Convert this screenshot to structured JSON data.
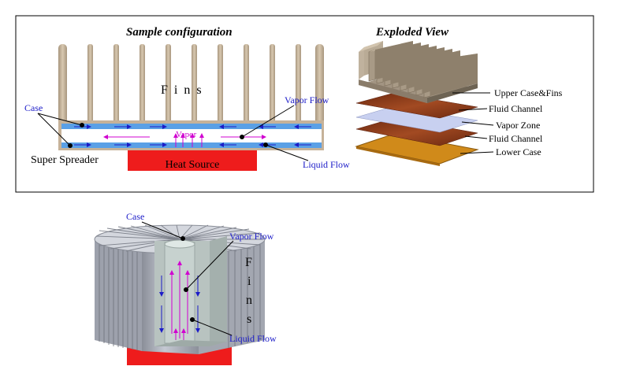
{
  "top_panel": {
    "left_title": "Sample configuration",
    "right_title": "Exploded View",
    "fins_label": "F i n s",
    "case_label": "Case",
    "super_spreader_label": "Super Spreader",
    "heat_source_label": "Heat Source",
    "vapor_label": "Vapor",
    "vapor_flow_label": "Vapor Flow",
    "liquid_flow_label": "Liquid Flow",
    "exploded_labels": [
      "Upper Case&Fins",
      "Fluid Channel",
      "Vapor Zone",
      "Fluid Channel",
      "Lower Case"
    ]
  },
  "bottom_panel": {
    "case_label": "Case",
    "vapor_flow_label": "Vapor Flow",
    "liquid_flow_label": "Liquid Flow",
    "fins_letters": [
      "F",
      "i",
      "n",
      "s"
    ]
  },
  "colors": {
    "fin_tan": "#c6b299",
    "heat_source_red": "#ee1c1c",
    "blue_text": "#1c1cc8",
    "vapor_magenta": "#d000d0",
    "channel_blue": "#5aa0e6",
    "copper": "#8a3a1a",
    "vapor_zone": "#c8d0f0",
    "lower_case": "#d08a1a",
    "cylinder_gray": "#a9adb8"
  }
}
